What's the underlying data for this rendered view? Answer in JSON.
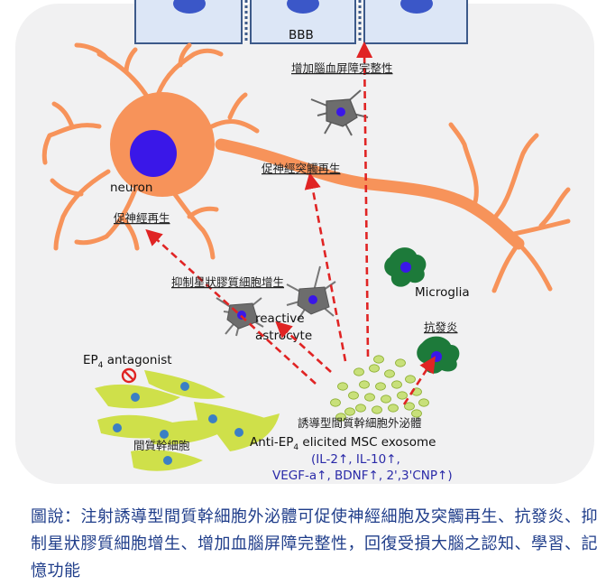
{
  "diagram": {
    "bbb_label": "BBB",
    "label_bbb_integrity": "增加腦血屏障完整性",
    "label_synapse": "促神經突觸再生",
    "label_neuron_regen": "促神經再生",
    "label_neuron": "neuron",
    "label_microglia": "Microglia",
    "label_anti_inflammation": "抗發炎",
    "label_inhibit_astro": "抑制星狀膠質細胞增生",
    "label_reactive_1": "reactive",
    "label_reactive_2": "astrocyte",
    "label_ep4_prefix": "EP",
    "label_ep4_sub": "4",
    "label_ep4_suffix": " antagonist",
    "label_msc": "間質幹細胞",
    "label_exosome_cn": "誘導型間質幹細胞外泌體",
    "label_exosome_en_prefix": "Anti-EP",
    "label_exosome_en_sub": "4",
    "label_exosome_en_suffix": " elicited MSC exosome",
    "cytokines_line1": "(IL-2↑, IL-10↑,",
    "cytokines_line2": "VEGF-a↑, BDNF↑, 2',3'CNP↑)",
    "colors": {
      "neuron": "#f7935a",
      "nucleus": "#3a17e8",
      "arrow": "#e02424",
      "microglia": "#1d7a3a",
      "msc": "#cfe04a",
      "exosome": "#c8e07a",
      "cytokine_text": "#2a2aa8",
      "panel_bg": "#f1f1f2",
      "bbb_cell": "#dce6f6"
    }
  },
  "caption": {
    "text": "圖說：注射誘導型間質幹細胞外泌體可促使神經細胞及突觸再生、抗發炎、抑制星狀膠質細胞增生、增加血腦屏障完整性，回復受損大腦之認知、學習、記憶功能"
  }
}
